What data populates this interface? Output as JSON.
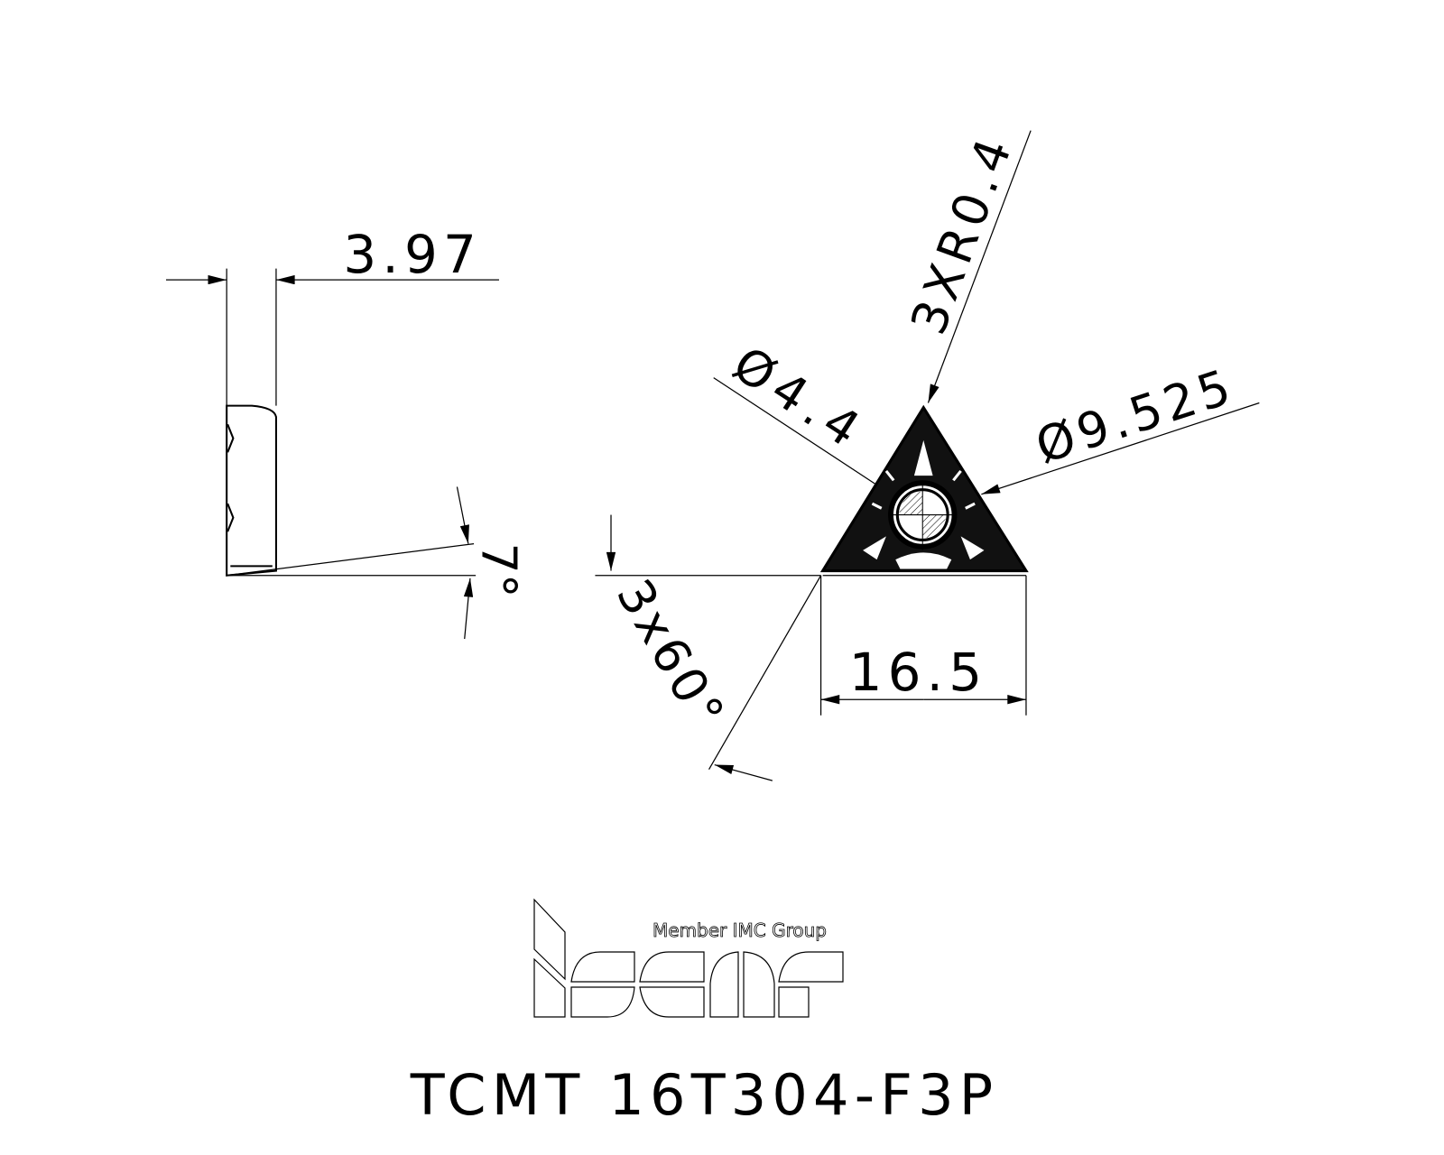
{
  "drawing": {
    "side_view": {
      "thickness_label": "3.97",
      "clearance_angle_label": "7°"
    },
    "top_view": {
      "edge_length_label": "16.5",
      "corner_angle_label": "3x60°",
      "hole_diameter_label": "Ø4.4",
      "inscribed_circle_label": "Ø9.525",
      "corner_radius_label": "3XR0.4"
    },
    "logo": {
      "brand": "iscar",
      "tagline": "Member IMC Group"
    },
    "part_number": "TCMT 16T304-F3P"
  },
  "colors": {
    "ink": "#000000",
    "paper": "#ffffff"
  }
}
